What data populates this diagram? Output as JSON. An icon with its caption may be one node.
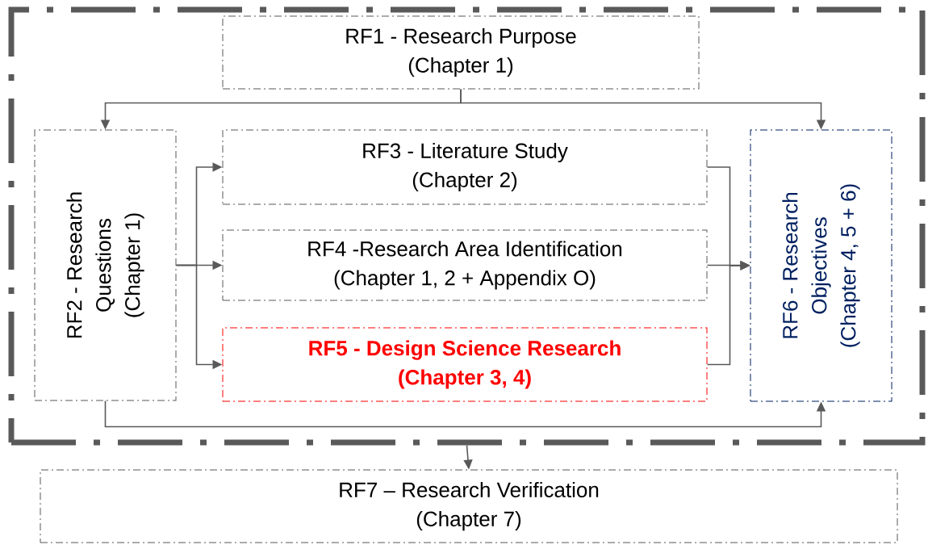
{
  "diagram": {
    "nodes": [
      {
        "text": [],
        "shape": "box"
      },
      {
        "text": [
          "RF1 - Research Purpose",
          "(Chapter 1)"
        ],
        "in": 0
      },
      {
        "text": [
          "RF2 - Research Questions",
          "(Chapter 1)"
        ],
        "in": 0
      },
      {
        "text": [
          "RF3 - Literature Study",
          "(Chapter 2)"
        ],
        "in": 0
      },
      {
        "text": [
          "RF4 -Research Area Identification",
          "(Chapter 1, 2 + Appendix O)"
        ],
        "in": 0
      },
      {
        "text": [
          "RF5 - Design Science Research",
          "(Chapter 3, 4)"
        ],
        "in": 0
      },
      {
        "text": [
          "RF6 - Research Objectives",
          "(Chapter 4, 5 + 6)"
        ],
        "in": 0
      },
      {
        "text": [
          "RF7 – Research Verification",
          "(Chapter 7)"
        ]
      }
    ],
    "edges": [
      {
        "from": 1,
        "to": 2,
        "arrow": "to"
      },
      {
        "from": 1,
        "to": 6,
        "arrow": "to"
      },
      {
        "from": 2,
        "to": 3,
        "arrow": "to"
      },
      {
        "from": 2,
        "to": 4,
        "arrow": "to"
      },
      {
        "from": 2,
        "to": 5,
        "arrow": "to"
      },
      {
        "from": 3,
        "to": 6,
        "arrow": "to"
      },
      {
        "from": 4,
        "to": 6,
        "arrow": "to"
      },
      {
        "from": 5,
        "to": 6,
        "arrow": "to"
      },
      {
        "from": 2,
        "to": 6,
        "arrow": "to"
      },
      {
        "from": 0,
        "to": 7,
        "arrow": "to"
      }
    ]
  }
}
